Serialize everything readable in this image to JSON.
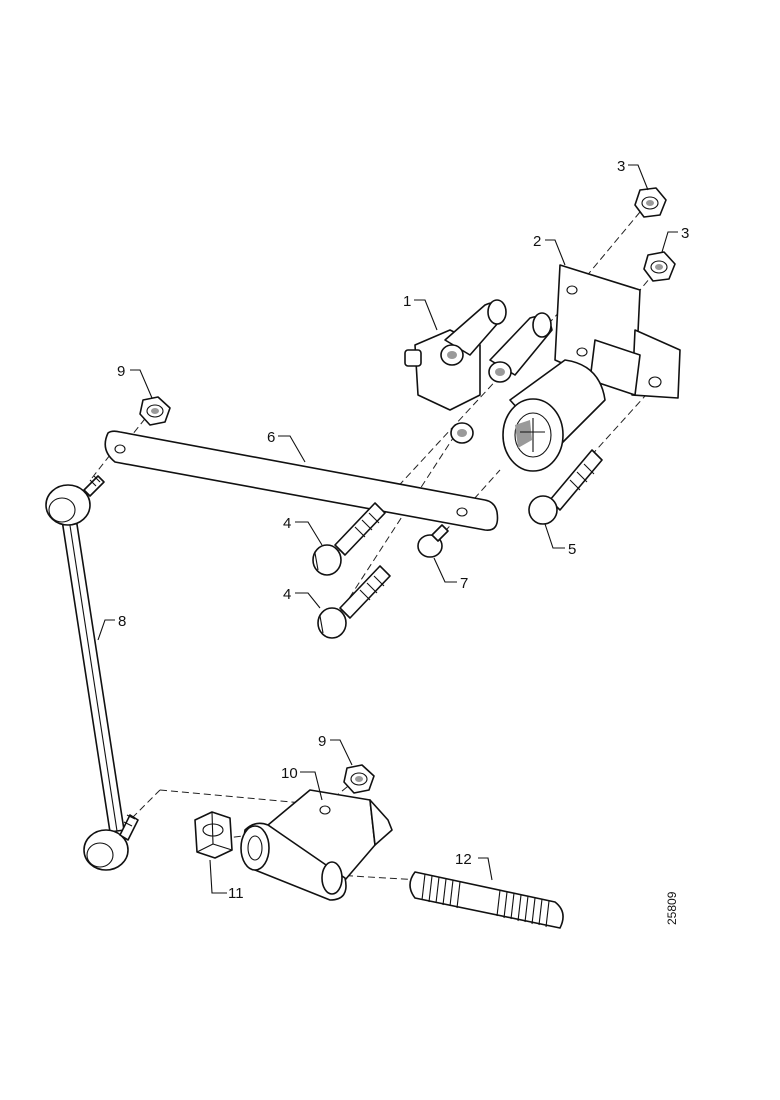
{
  "parts": [
    {
      "id": "part-1",
      "label": "1"
    },
    {
      "id": "part-2",
      "label": "2"
    },
    {
      "id": "part-3a",
      "label": "3"
    },
    {
      "id": "part-3b",
      "label": "3"
    },
    {
      "id": "part-4a",
      "label": "4"
    },
    {
      "id": "part-4b",
      "label": "4"
    },
    {
      "id": "part-5",
      "label": "5"
    },
    {
      "id": "part-6",
      "label": "6"
    },
    {
      "id": "part-7",
      "label": "7"
    },
    {
      "id": "part-8",
      "label": "8"
    },
    {
      "id": "part-9a",
      "label": "9"
    },
    {
      "id": "part-9b",
      "label": "9"
    },
    {
      "id": "part-10",
      "label": "10"
    },
    {
      "id": "part-11",
      "label": "11"
    },
    {
      "id": "part-12",
      "label": "12"
    }
  ],
  "figure_code": "25809",
  "colors": {
    "ink": "#111111",
    "background": "#ffffff"
  }
}
